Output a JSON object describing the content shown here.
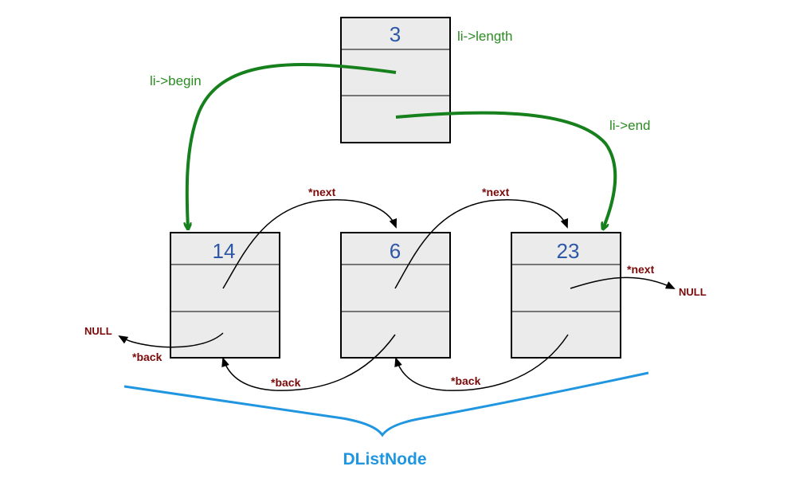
{
  "header": {
    "length_value": "3",
    "length_label": "li->length",
    "begin_label": "li->begin",
    "end_label": "li->end"
  },
  "nodes": [
    {
      "value": "14"
    },
    {
      "value": "6"
    },
    {
      "value": "23"
    }
  ],
  "pointers": {
    "next_label": "*next",
    "back_label": "*back",
    "null_label": "NULL"
  },
  "brace": {
    "label": "DListNode"
  },
  "colors": {
    "node_value": "#2e57a7",
    "green_arrow": "#16801c",
    "green_text": "#2b8a22",
    "pointer_text": "#7a0a0a",
    "brace": "#2196e0"
  }
}
